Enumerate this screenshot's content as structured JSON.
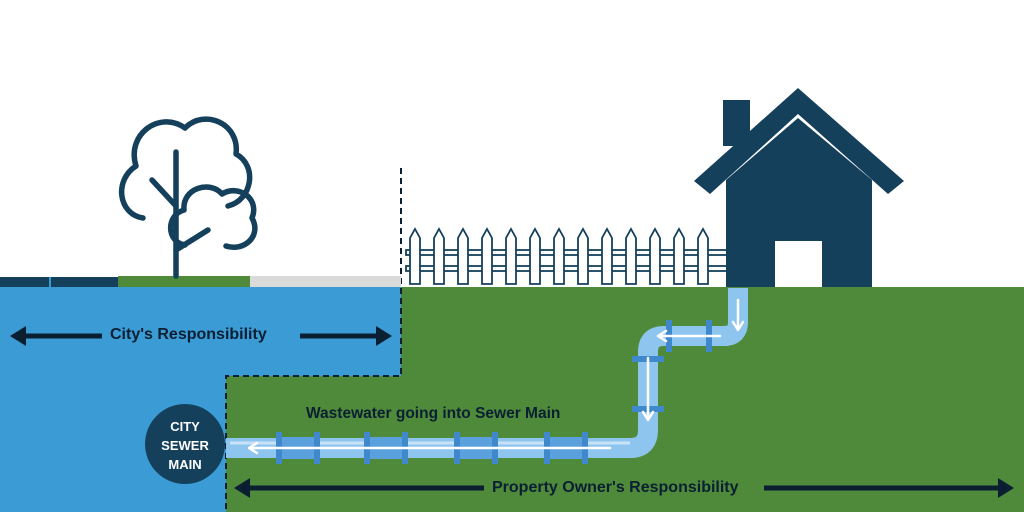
{
  "labels": {
    "city_responsibility": "City's Responsibility",
    "property_owner_responsibility": "Property Owner's Responsibility",
    "wastewater": "Wastewater going into Sewer Main",
    "sewer_main_lines": [
      "CITY",
      "SEWER",
      "MAIN"
    ]
  },
  "colors": {
    "city_area": "#3b9bd5",
    "property_area": "#4f8a3a",
    "navy": "#15405c",
    "pipe": "#8ec5ee",
    "pipe_coupling": "#3f88cc",
    "sidewalk": "#dadada",
    "fence": "#15405c"
  },
  "icons": [
    "tree-icon",
    "house-icon",
    "fence-icon",
    "sewer-main-icon",
    "flow-arrow-icon"
  ]
}
